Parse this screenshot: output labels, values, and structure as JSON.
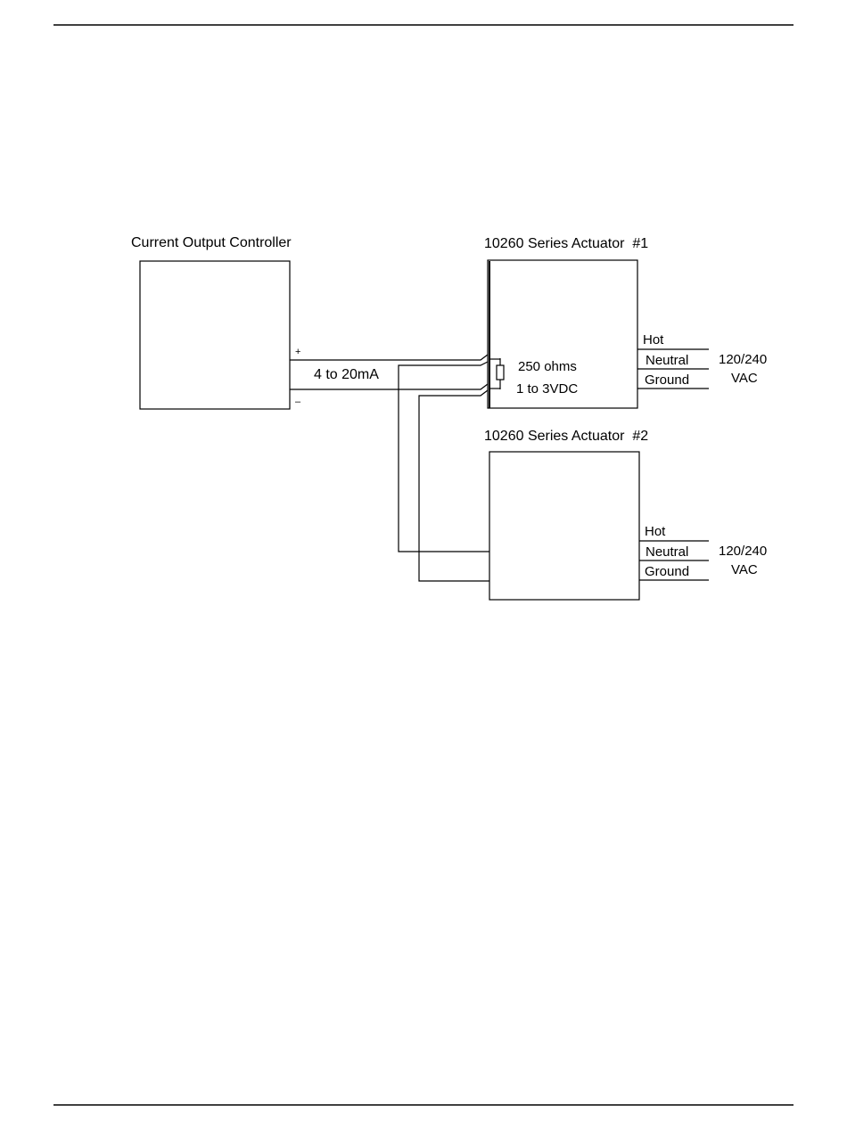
{
  "controller": {
    "title": "Current Output Controller",
    "plus": "+",
    "minus": "–",
    "signal": "4 to 20mA"
  },
  "actuator1": {
    "title": "10260 Series Actuator  #1",
    "resistor_value": "250 ohms",
    "voltage_range": "1 to 3VDC",
    "terminals": [
      "Hot",
      "Neutral",
      "Ground"
    ],
    "supply_line1": "120/240",
    "supply_line2": "VAC"
  },
  "actuator2": {
    "title": "10260 Series Actuator  #2",
    "terminals": [
      "Hot",
      "Neutral",
      "Ground"
    ],
    "supply_line1": "120/240",
    "supply_line2": "VAC"
  }
}
